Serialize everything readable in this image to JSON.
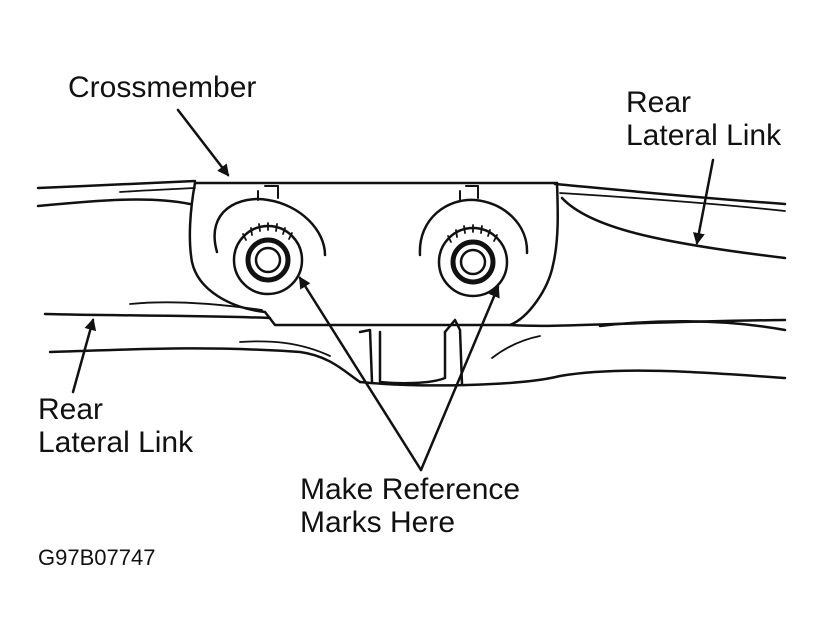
{
  "labels": {
    "crossmember": "Crossmember",
    "rear_lateral_link_right_line1": "Rear",
    "rear_lateral_link_right_line2": "Lateral Link",
    "rear_lateral_link_left_line1": "Rear",
    "rear_lateral_link_left_line2": "Lateral Link",
    "reference_marks_line1": "Make Reference",
    "reference_marks_line2": "Marks Here",
    "figure_code": "G97B07747"
  },
  "colors": {
    "ink": "#111111",
    "paper": "#ffffff"
  }
}
